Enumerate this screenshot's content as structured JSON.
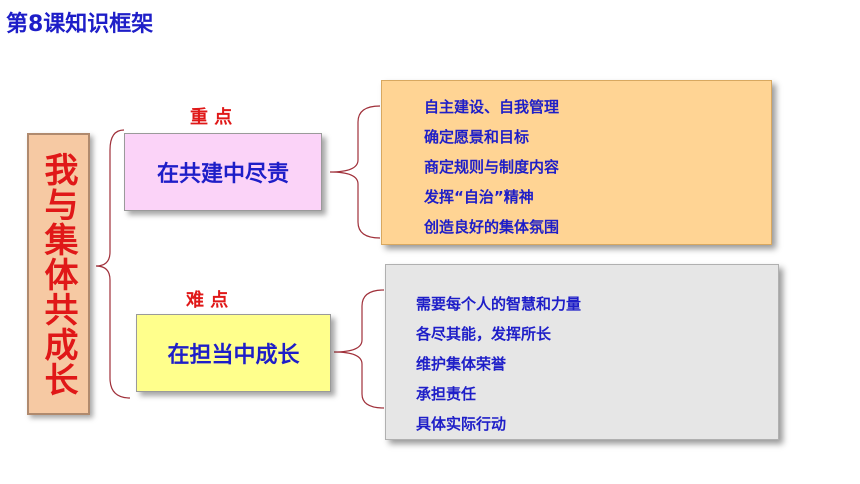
{
  "title": "第8课知识框架",
  "main_topic": "我与集体共成长",
  "branches": [
    {
      "tag": "重  点",
      "heading": "在共建中尽责",
      "items": [
        "自主建设、自我管理",
        "确定愿景和目标",
        "商定规则与制度内容",
        "发挥“自治”精神",
        "创造良好的集体氛围"
      ]
    },
    {
      "tag": "难  点",
      "heading": "在担当中成长",
      "items": [
        "需要每个人的智慧和力量",
        "各尽其能，发挥所长",
        "维护集体荣誉",
        "承担责任",
        "具体实际行动"
      ]
    }
  ],
  "colors": {
    "title": "#1e1ec8",
    "main_text": "#e01818",
    "main_bg": "#f6c9a3",
    "branch1_bg": "#fbd3f8",
    "branch2_bg": "#ffff8c",
    "list1_bg": "#ffd494",
    "list2_bg": "#e6e6e6",
    "connector": "#a0303a"
  }
}
